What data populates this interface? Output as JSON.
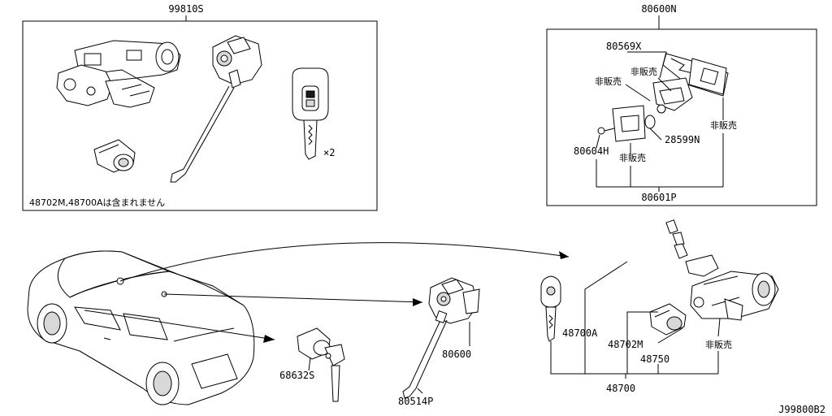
{
  "labels": {
    "kit_99810S": "99810S",
    "kit_80600N": "80600N",
    "p_80569X": "80569X",
    "hibai_1": "非販売",
    "hibai_2": "非販売",
    "hibai_3": "非販売",
    "hibai_4": "非販売",
    "hibai_5": "非販売",
    "p_80604H": "80604H",
    "p_28599N": "28599N",
    "p_80601P": "80601P",
    "note_kit": "48702M,48700Aは含まれません",
    "qty_x2": "×2",
    "p_68632S": "68632S",
    "p_80600": "80600",
    "p_80514P": "80514P",
    "p_48700A": "48700A",
    "p_48702M": "48702M",
    "p_48750": "48750",
    "p_48700": "48700",
    "diagram_id": "J99800B2"
  }
}
